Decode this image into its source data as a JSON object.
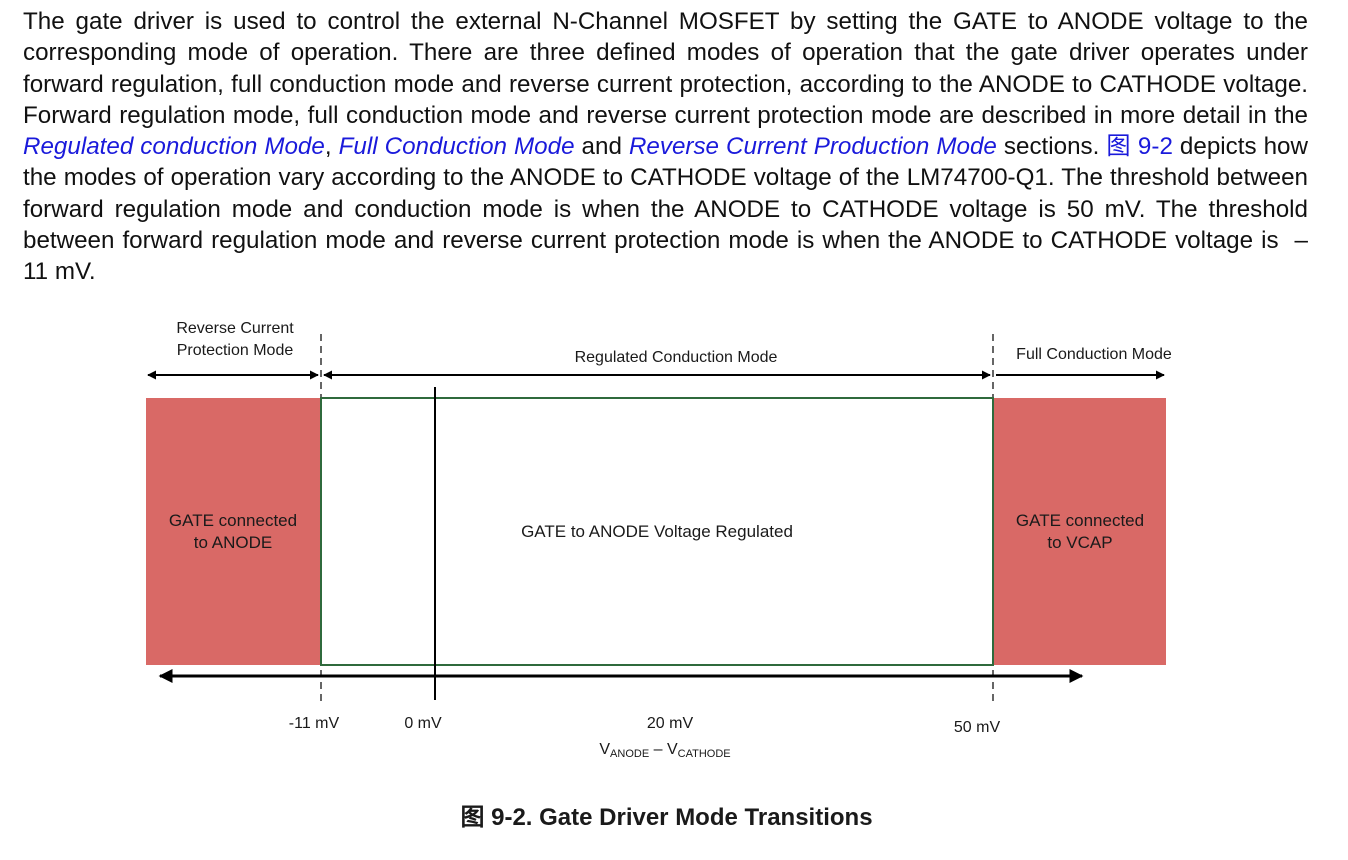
{
  "paragraph": {
    "t1": "The gate driver is used to control the external N-Channel MOSFET by setting the GATE to ANODE voltage to the corresponding mode of operation. There are three defined modes of operation that the gate driver operates under forward regulation, full conduction mode and reverse current protection, according to the ANODE to CATHODE voltage. Forward regulation mode, full conduction mode and reverse current protection mode are described in more detail in the ",
    "link1": "Regulated conduction Mode",
    "t2": ", ",
    "link2": "Full Conduction Mode",
    "t3": " and ",
    "link3": "Reverse Current Production Mode",
    "t4": " sections. ",
    "figure_ref": "图 9-2",
    "t5": " depicts how the modes of operation vary according to the ANODE to CATHODE voltage of the LM74700-Q1. The threshold between forward regulation mode and conduction mode is when the ANODE to CATHODE voltage is 50 mV. The threshold between forward regulation mode and reverse current protection mode is when the ANODE to CATHODE voltage is  – 11 mV."
  },
  "diagram": {
    "modes": {
      "reverse_line1": "Reverse Current",
      "reverse_line2": "Protection Mode",
      "regulated": "Regulated Conduction Mode",
      "full": "Full Conduction Mode"
    },
    "regions": {
      "left_line1": "GATE connected",
      "left_line2": "to ANODE",
      "center": "GATE to ANODE Voltage Regulated",
      "right_line1": "GATE connected",
      "right_line2": "to VCAP"
    },
    "ticks": {
      "minus11": "-11 mV",
      "zero": "0 mV",
      "twenty": "20 mV",
      "fifty": "50 mV"
    },
    "axis": {
      "v": "V",
      "sub_anode": "ANODE",
      "dash": " – ",
      "sub_cathode": "CATHODE"
    },
    "colors": {
      "side_region": "#d96966",
      "center_border": "#2f6a3c"
    }
  },
  "caption": "图 9-2. Gate Driver Mode Transitions"
}
